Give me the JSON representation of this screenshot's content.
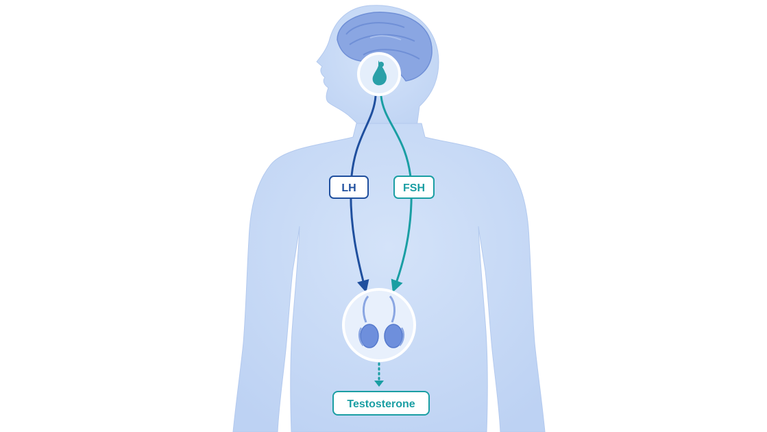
{
  "labels": {
    "lh": "LH",
    "fsh": "FSH",
    "output": "Testosterone"
  },
  "colors": {
    "background": "#ffffff",
    "body_fill": "#c8daf6",
    "body_edge": "#b3c9ee",
    "brain": "#8aa6e2",
    "brain_dark": "#6f8fd6",
    "pituitary": "#2aa0a8",
    "lh": "#1f4f9e",
    "fsh": "#1a9ea3",
    "testis": "#6e8fdc",
    "output": "#1a9ea3"
  }
}
